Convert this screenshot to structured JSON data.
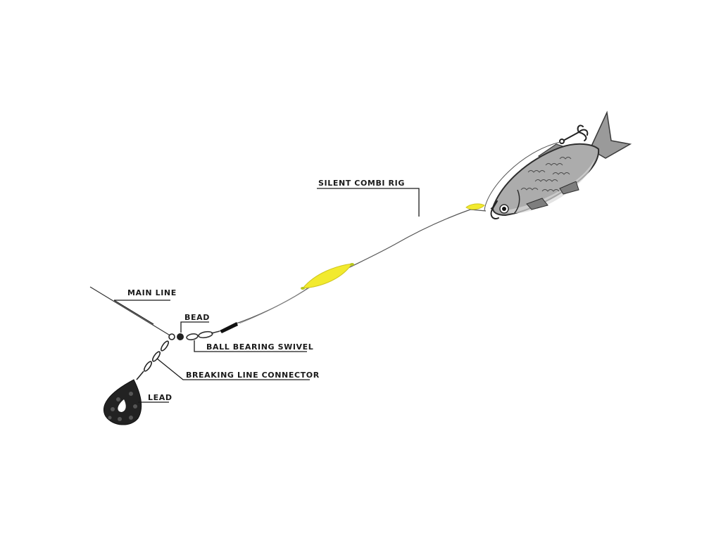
{
  "labels": {
    "silent_combi_rig": "SILENT COMBI RIG",
    "main_line": "MAIN LINE",
    "bead": "BEAD",
    "ball_bearing_swivel": "BALL BEARING SWIVEL",
    "breaking_line_connector": "BREAKING LINE CONNECTOR",
    "lead": "LEAD"
  },
  "colors": {
    "float": "#f2ea2e",
    "float_accent": "#b8c71f",
    "lead": "#222222",
    "fish_body": "#a9a9a9",
    "fish_dark": "#6a6a6a",
    "line": "#555555",
    "leader": "#333333"
  }
}
